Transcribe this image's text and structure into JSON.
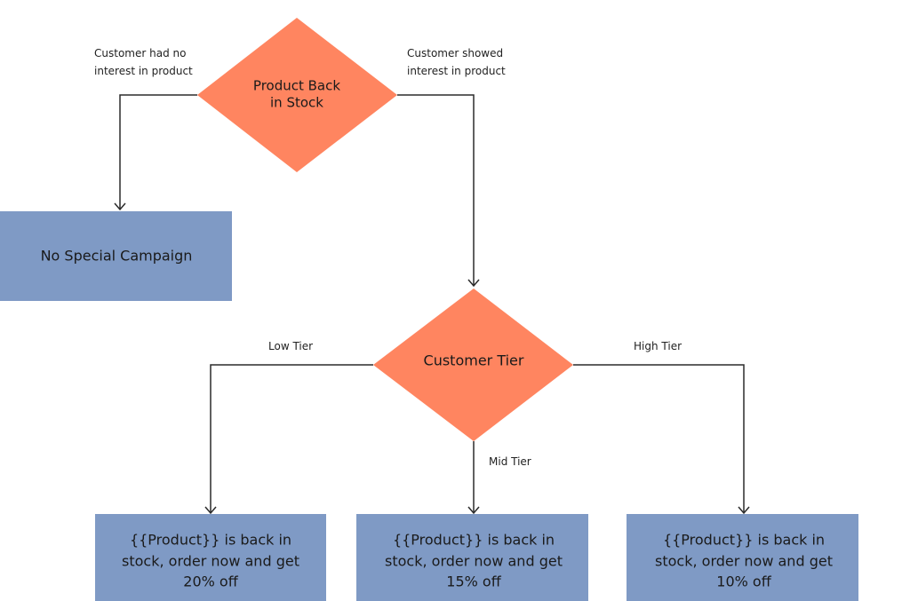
{
  "colors": {
    "decision_fill": "#FF8560",
    "action_fill": "#7F9AC5",
    "line": "#2b2b2b",
    "text": "#1a1a1a"
  },
  "nodes": {
    "product_back": {
      "line1": "Product Back",
      "line2": "in Stock"
    },
    "customer_tier": {
      "label": "Customer Tier"
    },
    "no_campaign": {
      "label": "No Special Campaign"
    },
    "offer_low": {
      "line1": "{{Product}} is back in",
      "line2": "stock, order now and get",
      "line3": "20% off"
    },
    "offer_mid": {
      "line1": "{{Product}} is back in",
      "line2": "stock, order now and get",
      "line3": "15% off"
    },
    "offer_high": {
      "line1": "{{Product}} is back in",
      "line2": "stock, order now and get",
      "line3": "10% off"
    }
  },
  "edges": {
    "no_interest": {
      "line1": "Customer had no",
      "line2": "interest in product"
    },
    "showed_interest": {
      "line1": "Customer showed",
      "line2": "interest in product"
    },
    "low_tier": {
      "label": "Low Tier"
    },
    "mid_tier": {
      "label": "Mid Tier"
    },
    "high_tier": {
      "label": "High Tier"
    }
  }
}
